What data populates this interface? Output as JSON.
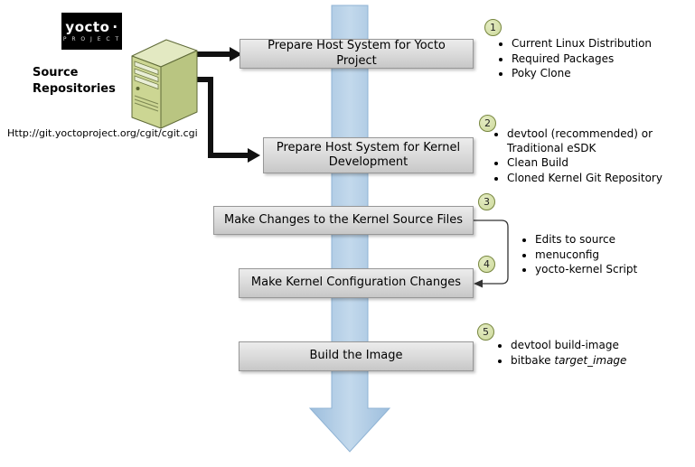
{
  "logo": {
    "brand": "yocto",
    "dot": "·",
    "subtitle": "P R O J E C T"
  },
  "source": {
    "title_line1": "Source",
    "title_line2": "Repositories",
    "url": "Http://git.yoctoproject.org/cgit/cgit.cgi"
  },
  "steps": [
    {
      "num": "1",
      "label": "Prepare Host System for Yocto Project",
      "bullets": [
        "Current Linux Distribution",
        "Required Packages",
        "Poky Clone"
      ]
    },
    {
      "num": "2",
      "label": "Prepare Host System for Kernel Development",
      "bullets": [
        "devtool (recommended) or Traditional eSDK",
        "Clean Build",
        "Cloned Kernel Git Repository"
      ]
    },
    {
      "num": "3",
      "label": "Make Changes to the Kernel Source Files"
    },
    {
      "num": "4",
      "label": "Make Kernel Configuration Changes"
    },
    {
      "num": "5",
      "label": "Build the Image",
      "bullets": [
        "devtool build-image"
      ],
      "bullet_mixed": {
        "prefix": "bitbake ",
        "italic": "target_image"
      }
    }
  ],
  "shared_bullets_steps_3_4": [
    "Edits to source",
    "menuconfig",
    "yocto-kernel Script"
  ],
  "colors": {
    "flow_arrow_blue": "#aac9e4",
    "box_gray": "#d9d9d9",
    "circle_fill": "#d5dfa8",
    "circle_border": "#77863f",
    "connector_black": "#111111"
  }
}
